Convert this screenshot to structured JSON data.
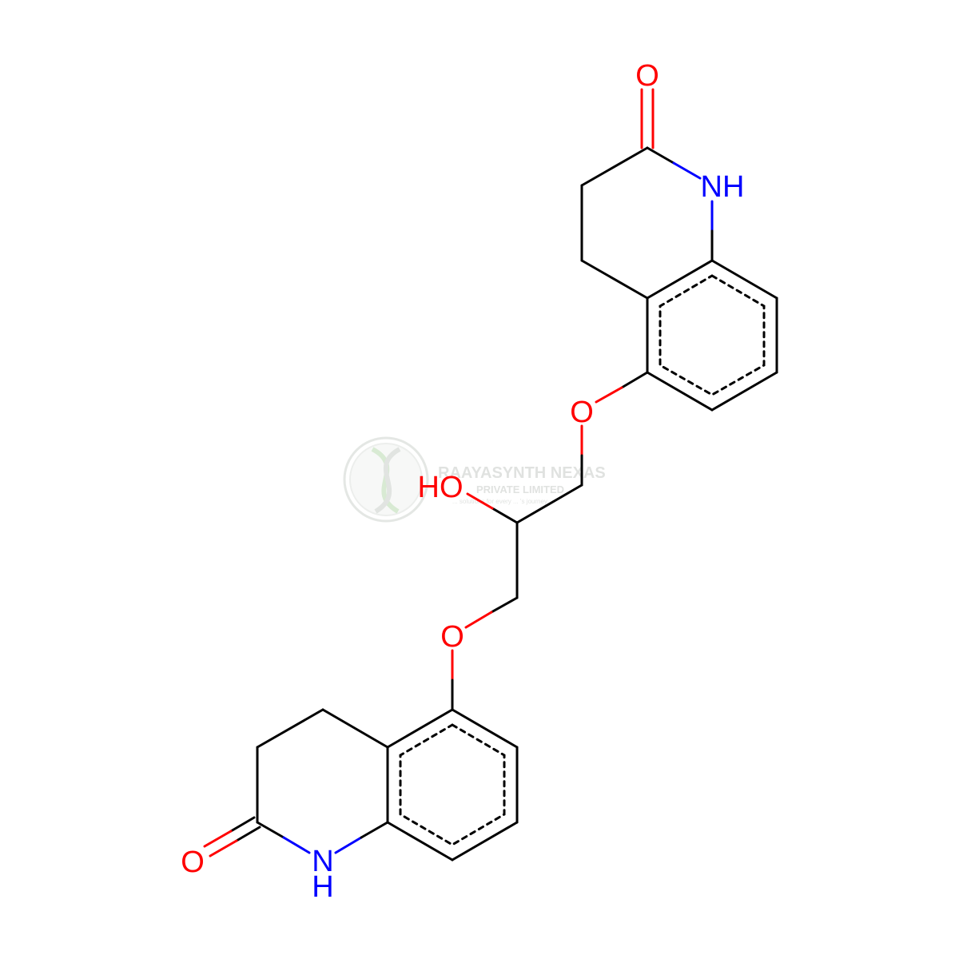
{
  "colors": {
    "background": "#ffffff",
    "bond": "#000000",
    "oxygen": "#ff0000",
    "nitrogen": "#0000ff",
    "watermark": "#c8ccc8"
  },
  "watermark": {
    "logo": "dna-helix-logo",
    "title": "RAAYASYNTH NEXAS",
    "subtitle": "PRIVATE LIMITED",
    "tagline": "... solutions for every ... 's journey"
  },
  "labels": {
    "top_carbonyl_o": "O",
    "top_nh": "NH",
    "top_ether_o": "O",
    "hydroxyl": "HO",
    "bottom_ether_o": "O",
    "bottom_carbonyl_o": "O",
    "bottom_n": "N",
    "bottom_h": "H"
  }
}
